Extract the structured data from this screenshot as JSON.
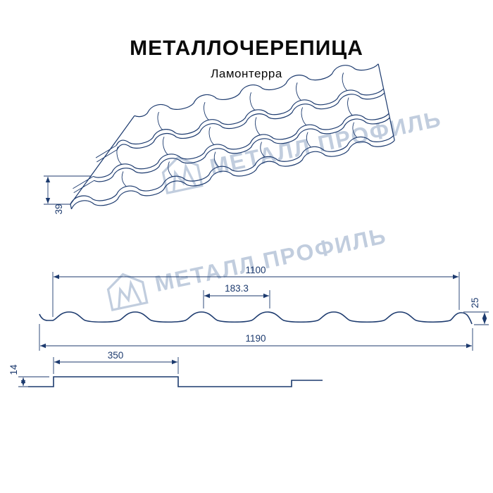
{
  "header": {
    "title": "МЕТАЛЛОЧЕРЕПИЦА",
    "subtitle": "Ламонтерра"
  },
  "watermark": {
    "text": "МЕТАЛЛ ПРОФИЛЬ",
    "color": "#8fa6c4"
  },
  "colors": {
    "line": "#1c3a6e",
    "title": "#0a0a0a",
    "background": "#ffffff"
  },
  "diagrams": {
    "perspective": {
      "dim_39": "39"
    },
    "cross_section": {
      "dim_1100": "1100",
      "dim_183": "183.3",
      "dim_25": "25",
      "dim_1190": "1190"
    },
    "longitudinal": {
      "dim_350": "350",
      "dim_14": "14"
    }
  }
}
